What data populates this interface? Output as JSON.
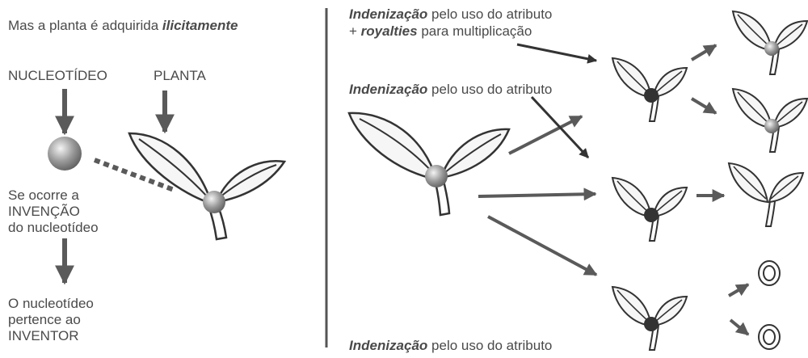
{
  "left": {
    "title_prefix": "Mas a planta é adquirida ",
    "title_emphasis": "ilicitamente",
    "label_nucleotide": "NUCLEOTÍDEO",
    "label_plant": "PLANTA",
    "condition_line1": "Se ocorre a",
    "condition_line2": "INVENÇÃO",
    "condition_line3": "do nucleotídeo",
    "result_line1": "O nucleotídeo",
    "result_line2": "pertence ao",
    "result_line3": "INVENTOR"
  },
  "right": {
    "note1_emphasis": "Indenização",
    "note1_rest": " pelo uso do atributo",
    "note1_line2_prefix": "+ ",
    "note1_line2_emphasis": "royalties",
    "note1_line2_rest": " para multiplicação",
    "note2_emphasis": "Indenização",
    "note2_rest": " pelo uso do atributo",
    "note3_emphasis": "Indenização",
    "note3_rest": " pelo uso do atributo"
  },
  "colors": {
    "ink": "#4a4a4a",
    "arrow": "#5a5a5a",
    "divider": "#555555"
  }
}
